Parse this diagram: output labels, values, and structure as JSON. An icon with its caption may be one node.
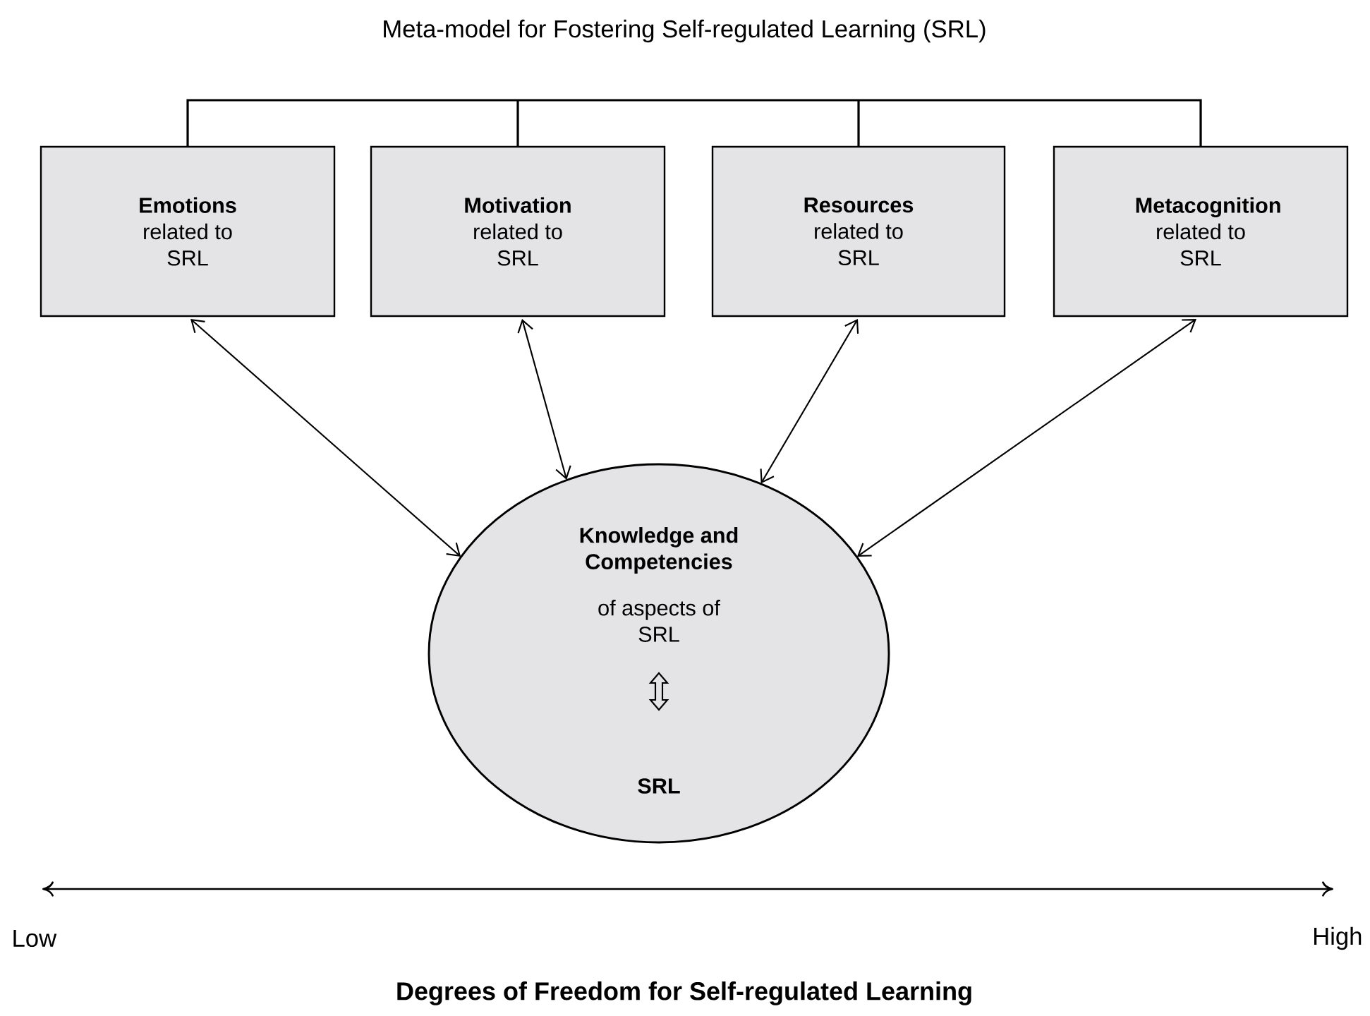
{
  "diagram": {
    "title": "Meta-model for Fostering Self-regulated Learning (SRL)",
    "caption": "Degrees of Freedom for Self-regulated Learning",
    "nodes": [
      {
        "text": [
          "Emotions",
          "related to SRL"
        ]
      },
      {
        "text": [
          "Motivation",
          "related to SRL"
        ]
      },
      {
        "text": [
          "Resources",
          "related to SRL"
        ]
      },
      {
        "text": [
          "Metacognition",
          "related to SRL"
        ]
      },
      {
        "text": [
          "Knowledge and Competencies",
          "of aspects of SRL",
          "SRL"
        ]
      }
    ],
    "edges": [
      {
        "from": 0,
        "to": 4,
        "arrow": "both"
      },
      {
        "from": 1,
        "to": 4,
        "arrow": "both"
      },
      {
        "from": 2,
        "to": 4,
        "arrow": "both"
      },
      {
        "from": 3,
        "to": 4,
        "arrow": "both"
      }
    ],
    "labels": [
      "Low",
      "High"
    ]
  }
}
